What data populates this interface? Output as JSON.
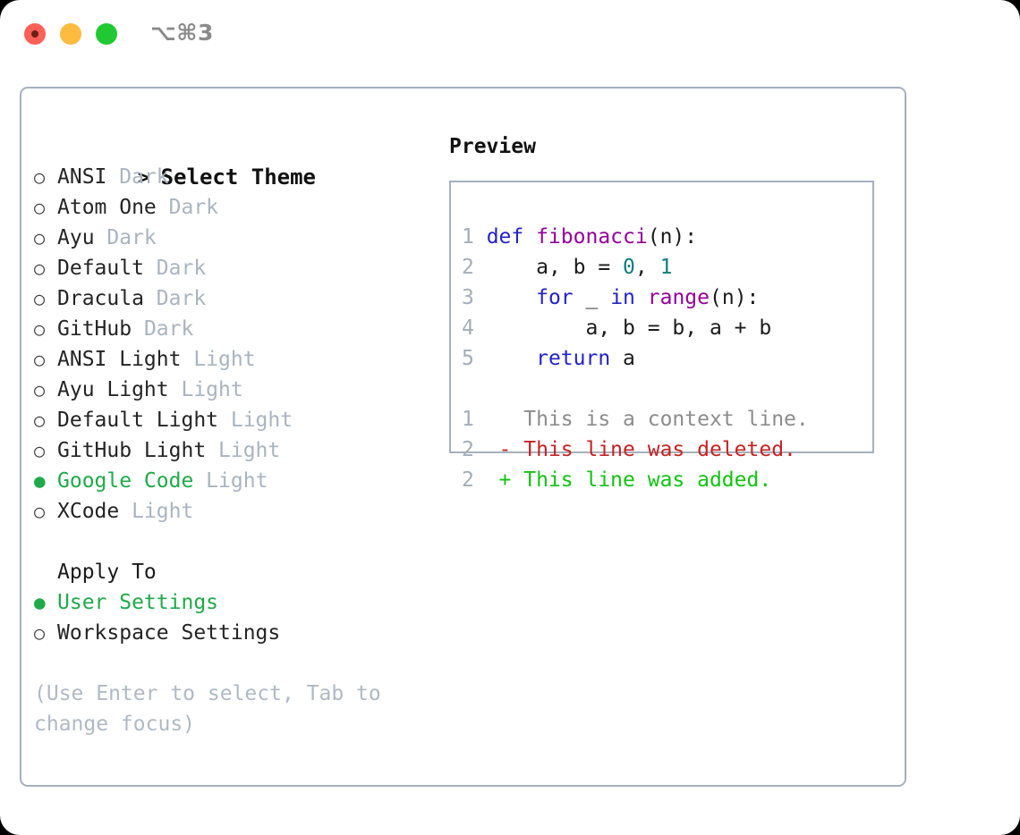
{
  "window": {
    "shortcut_label": "⌥⌘3",
    "traffic_lights": {
      "close_color": "#ff6058",
      "minimize_color": "#fdbc40",
      "maximize_color": "#20c932"
    }
  },
  "colors": {
    "selected_green": "#1faa4a",
    "variant_gray": "#aab4c0",
    "hint_gray": "#b0b9c4",
    "panel_border": "#a6b0bd",
    "keyword_blue": "#2222c7",
    "function_purple": "#93009a",
    "number_teal": "#0d7d7d",
    "diff_deleted_red": "#c62222",
    "diff_added_green": "#12c312",
    "line_number_gray": "#a4adb8"
  },
  "theme_picker": {
    "header_marker": ">",
    "header_label": "Select Theme",
    "marker_unselected": "○",
    "marker_selected": "●",
    "items": [
      {
        "name": "ANSI",
        "variant": "Dark",
        "selected": false
      },
      {
        "name": "Atom One",
        "variant": "Dark",
        "selected": false
      },
      {
        "name": "Ayu",
        "variant": "Dark",
        "selected": false
      },
      {
        "name": "Default",
        "variant": "Dark",
        "selected": false
      },
      {
        "name": "Dracula",
        "variant": "Dark",
        "selected": false
      },
      {
        "name": "GitHub",
        "variant": "Dark",
        "selected": false
      },
      {
        "name": "ANSI Light",
        "variant": "Light",
        "selected": false
      },
      {
        "name": "Ayu Light",
        "variant": "Light",
        "selected": false
      },
      {
        "name": "Default Light",
        "variant": "Light",
        "selected": false
      },
      {
        "name": "GitHub Light",
        "variant": "Light",
        "selected": false
      },
      {
        "name": "Google Code",
        "variant": "Light",
        "selected": true
      },
      {
        "name": "XCode",
        "variant": "Light",
        "selected": false
      }
    ]
  },
  "apply_to": {
    "header_label": "Apply To",
    "items": [
      {
        "name": "User Settings",
        "selected": true
      },
      {
        "name": "Workspace Settings",
        "selected": false
      }
    ]
  },
  "hint": {
    "text": "(Use Enter to select, Tab to change focus)"
  },
  "preview": {
    "title": "Preview",
    "code_lines": [
      {
        "num": "1",
        "tokens": [
          {
            "text": "def ",
            "style": "kw"
          },
          {
            "text": "fibonacci",
            "style": "fn"
          },
          {
            "text": "(n):",
            "style": "plain"
          }
        ]
      },
      {
        "num": "2",
        "tokens": [
          {
            "text": "    a, b = ",
            "style": "plain"
          },
          {
            "text": "0",
            "style": "num"
          },
          {
            "text": ", ",
            "style": "plain"
          },
          {
            "text": "1",
            "style": "num"
          }
        ]
      },
      {
        "num": "3",
        "tokens": [
          {
            "text": "    ",
            "style": "plain"
          },
          {
            "text": "for",
            "style": "kw"
          },
          {
            "text": " _ ",
            "style": "plain"
          },
          {
            "text": "in",
            "style": "kw"
          },
          {
            "text": " ",
            "style": "plain"
          },
          {
            "text": "range",
            "style": "fn"
          },
          {
            "text": "(n):",
            "style": "plain"
          }
        ]
      },
      {
        "num": "4",
        "tokens": [
          {
            "text": "        a, b = b, a + b",
            "style": "plain"
          }
        ]
      },
      {
        "num": "5",
        "tokens": [
          {
            "text": "    ",
            "style": "plain"
          },
          {
            "text": "return",
            "style": "kw"
          },
          {
            "text": " a",
            "style": "plain"
          }
        ]
      }
    ],
    "diff_lines": [
      {
        "num": "1",
        "sign": " ",
        "text": "This is a context line.",
        "style": "ctx"
      },
      {
        "num": "2",
        "sign": "-",
        "text": "This line was deleted.",
        "style": "del"
      },
      {
        "num": "2",
        "sign": "+",
        "text": "This line was added.",
        "style": "add"
      }
    ]
  }
}
